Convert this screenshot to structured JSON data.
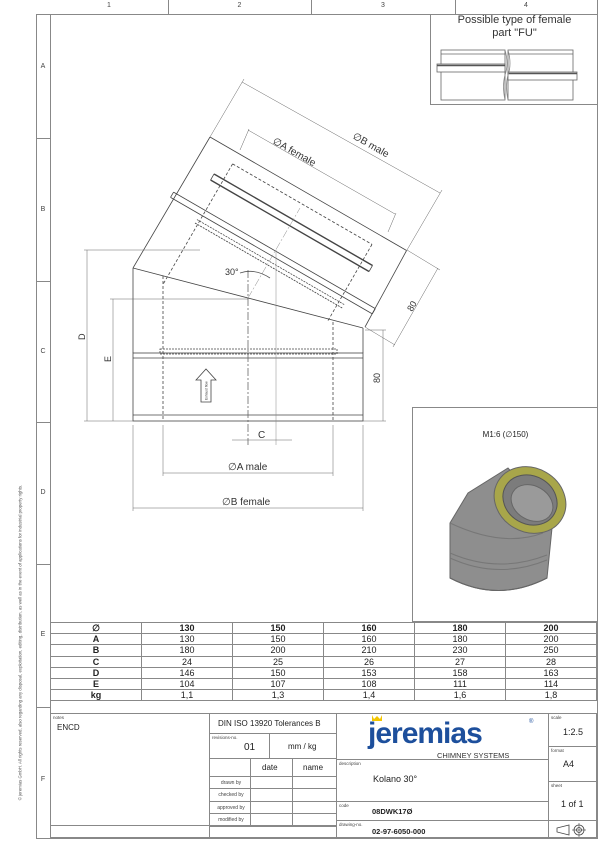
{
  "frame": {
    "columns": [
      "1",
      "2",
      "3",
      "4"
    ],
    "rows": [
      "A",
      "B",
      "C",
      "D",
      "E",
      "F"
    ],
    "copyright": "© jeremias GmbH. All rights reserved, also regarding any disposal, exploitation, editing, distribution, as well as in the event of applications for industrial property rights."
  },
  "female_type": {
    "title_line1": "Possible type of female",
    "title_line2": "part \"FU\""
  },
  "drawing": {
    "b_male": "∅B male",
    "a_female": "∅A female",
    "angle": "30°",
    "dim_80_diag": "80",
    "dim_80_vert": "80",
    "d": "D",
    "e": "E",
    "c": "C",
    "a_male": "∅A male",
    "b_female": "∅B female",
    "flow_label": "Exhaust flow"
  },
  "preview": {
    "label": "M1:6 (∅150)",
    "accent_color": "#a8a64a"
  },
  "table": {
    "header": [
      "∅",
      "130",
      "150",
      "160",
      "180",
      "200"
    ],
    "rows": [
      [
        "A",
        "130",
        "150",
        "160",
        "180",
        "200"
      ],
      [
        "B",
        "180",
        "200",
        "210",
        "230",
        "250"
      ],
      [
        "C",
        "24",
        "25",
        "26",
        "27",
        "28"
      ],
      [
        "D",
        "146",
        "150",
        "153",
        "158",
        "163"
      ],
      [
        "E",
        "104",
        "107",
        "108",
        "111",
        "114"
      ],
      [
        "kg",
        "1,1",
        "1,3",
        "1,4",
        "1,6",
        "1,8"
      ]
    ]
  },
  "title_block": {
    "notes_label": "notes",
    "notes": "ENCD",
    "tolerances": "DIN ISO 13920 Tolerances B",
    "revisions_label": "revisions-no.",
    "revision": "01",
    "units": "mm / kg",
    "date_label": "date",
    "name_label": "name",
    "drawn_by": "drawn by",
    "checked_by": "checked by",
    "approved_by": "approved by",
    "modified_by": "modified by",
    "logo_text": "jeremias",
    "logo_sub": "CHIMNEY SYSTEMS",
    "logo_reg": "®",
    "brand_color": "#1d4f9c",
    "crown_color": "#f2c500",
    "description_label": "description",
    "description": "Kolano 30°",
    "code_label": "code",
    "code": "08DWK17Ø",
    "drawing_no_label": "drawing-no.",
    "drawing_no": "02-97-6050-000",
    "scale_label": "scale",
    "scale": "1:2.5",
    "format_label": "format",
    "format": "A4",
    "sheet_label": "sheet",
    "sheet": "1 of 1"
  }
}
